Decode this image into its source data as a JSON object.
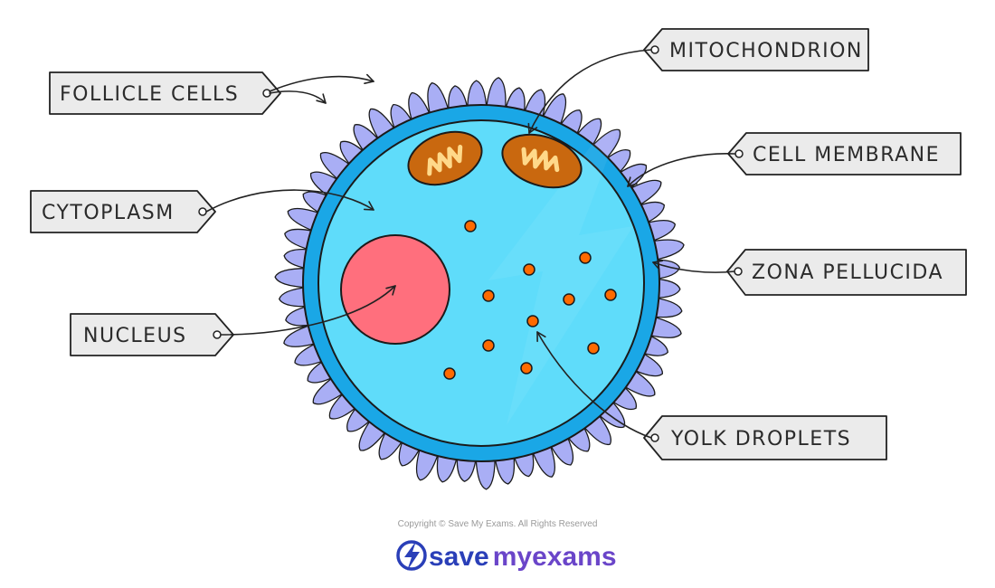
{
  "labels": {
    "follicle_cells": "FOLLICLE   CELLS",
    "mitochondrion": "MITOCHONDRION",
    "cell_membrane": "CELL   MEMBRANE",
    "cytoplasm": "CYTOPLASM",
    "zona_pellucida": "ZONA   PELLUCIDA",
    "nucleus": "NUCLEUS",
    "yolk_droplets": "YOLK   DROPLETS"
  },
  "footer": {
    "copyright": "Copyright © Save My Exams. All Rights Reserved",
    "brand_save": "save",
    "brand_my": "my",
    "brand_exams": "exams"
  },
  "colors": {
    "follicle": "#a9aef5",
    "zona": "#1aa7e6",
    "cytoplasm": "#5fdcfa",
    "nucleus": "#ff6f7d",
    "mitochondrion": "#c9680f",
    "cristae": "#ffd98a",
    "yolk": "#ff6a00",
    "tag_fill": "#ebebeb",
    "brand_blue": "#2a3fb8",
    "brand_purple": "#6a45c9"
  },
  "icons": {
    "brand_logo": "lightning-bolt-circle-icon"
  }
}
